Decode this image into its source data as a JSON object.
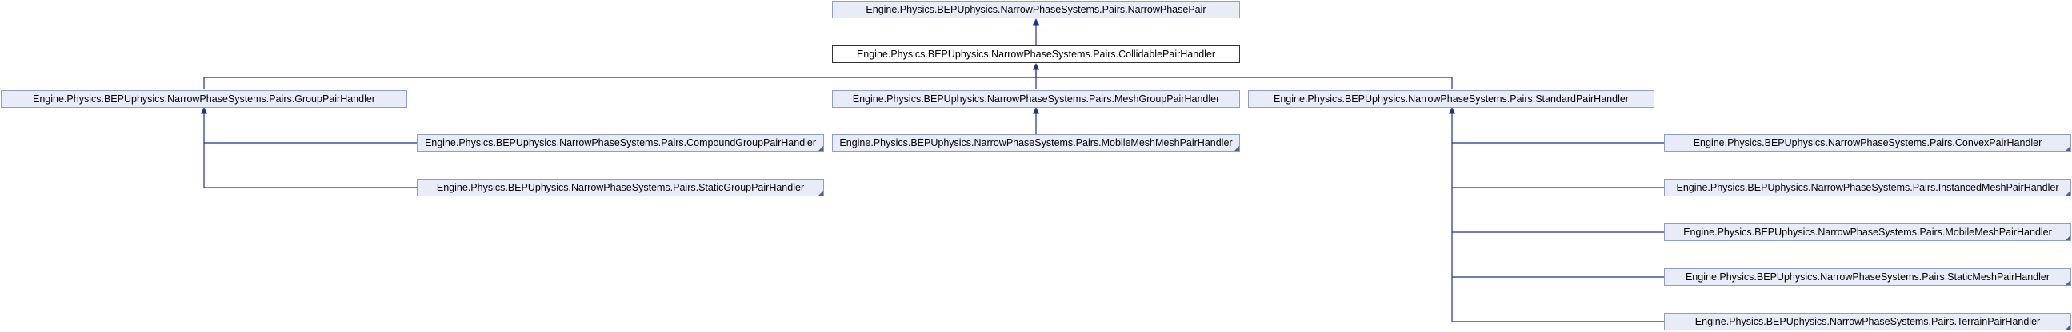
{
  "diagram": {
    "nodes": {
      "narrow_phase_pair": "Engine.Physics.BEPUphysics.NarrowPhaseSystems.Pairs.NarrowPhasePair",
      "collidable_pair_handler": "Engine.Physics.BEPUphysics.NarrowPhaseSystems.Pairs.CollidablePairHandler",
      "group_pair_handler": "Engine.Physics.BEPUphysics.NarrowPhaseSystems.Pairs.GroupPairHandler",
      "mesh_group_pair_handler": "Engine.Physics.BEPUphysics.NarrowPhaseSystems.Pairs.MeshGroupPairHandler",
      "standard_pair_handler": "Engine.Physics.BEPUphysics.NarrowPhaseSystems.Pairs.StandardPairHandler",
      "compound_group_pair_handler": "Engine.Physics.BEPUphysics.NarrowPhaseSystems.Pairs.CompoundGroupPairHandler",
      "static_group_pair_handler": "Engine.Physics.BEPUphysics.NarrowPhaseSystems.Pairs.StaticGroupPairHandler",
      "mobile_mesh_mesh_pair_handler": "Engine.Physics.BEPUphysics.NarrowPhaseSystems.Pairs.MobileMeshMeshPairHandler",
      "convex_pair_handler": "Engine.Physics.BEPUphysics.NarrowPhaseSystems.Pairs.ConvexPairHandler",
      "instanced_mesh_pair_handler": "Engine.Physics.BEPUphysics.NarrowPhaseSystems.Pairs.InstancedMeshPairHandler",
      "mobile_mesh_pair_handler": "Engine.Physics.BEPUphysics.NarrowPhaseSystems.Pairs.MobileMeshPairHandler",
      "static_mesh_pair_handler": "Engine.Physics.BEPUphysics.NarrowPhaseSystems.Pairs.StaticMeshPairHandler",
      "terrain_pair_handler": "Engine.Physics.BEPUphysics.NarrowPhaseSystems.Pairs.TerrainPairHandler"
    },
    "colors": {
      "node_fill": "#e8ecf7",
      "node_border": "#8f9ec6",
      "current_border": "#333333",
      "edge": "#1f2f8f"
    }
  }
}
